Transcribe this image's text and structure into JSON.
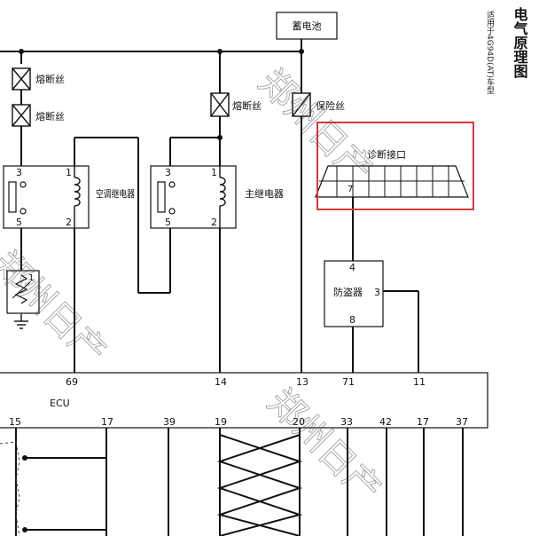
{
  "title": "电气原理图",
  "subtitle": "适用于4G94D(AT)车型",
  "components": {
    "battery": "蓄电池",
    "fuse_1": "熔断丝",
    "fuse_2": "熔断丝",
    "fuse_3": "熔断丝",
    "fuse_4": "保险丝",
    "ac_relay": "空调继电器",
    "main_relay": "主继电器",
    "diag_port": "诊断接口",
    "immobilizer": "防盗器",
    "ecu": "ECU"
  },
  "relay_pins": {
    "ac": [
      "3",
      "1",
      "5",
      "2"
    ],
    "main": [
      "3",
      "1",
      "5",
      "2"
    ]
  },
  "immobilizer_pins": [
    "4",
    "3",
    "8"
  ],
  "diag_pin": "7",
  "ecu_pins_top": [
    "69",
    "14",
    "13",
    "71",
    "11"
  ],
  "ecu_pins_bottom": [
    "15",
    "17",
    "39",
    "19",
    "20",
    "33",
    "42",
    "17",
    "37"
  ],
  "small_pin": "1",
  "watermark": "郑州日产",
  "colors": {
    "line": "#111111",
    "highlight": "#d9383a"
  }
}
